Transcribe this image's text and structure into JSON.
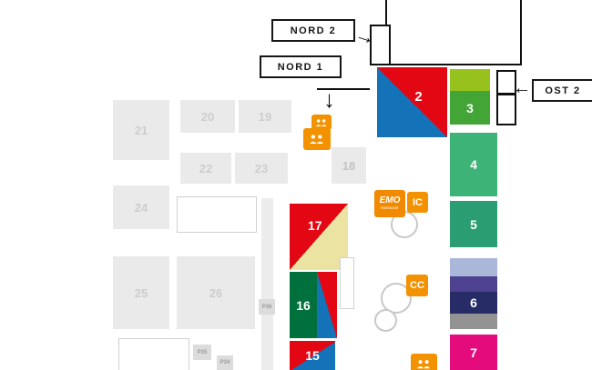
{
  "entrances": {
    "nord2": "NORD 2",
    "nord1": "NORD 1",
    "ost2": "OST 2"
  },
  "arrows": {
    "nord2": "→",
    "nord1": "↓",
    "ost2": "←"
  },
  "halls": {
    "h2": "2",
    "h3": "3",
    "h4": "4",
    "h5": "5",
    "h6": "6",
    "h7": "7",
    "h15": "15",
    "h16": "16",
    "h17": "17",
    "h18": "18",
    "h19": "19",
    "h20": "20",
    "h21": "21",
    "h22": "22",
    "h23": "23",
    "h24": "24",
    "h25": "25",
    "h26": "26"
  },
  "badges": {
    "emo": "EMO",
    "emo_sub": "Hannover",
    "ic": "IC",
    "cc": "CC"
  },
  "parking": {
    "p36": "P36",
    "p35": "P35",
    "p34": "P34"
  },
  "colors": {
    "red": "#e30613",
    "blue": "#1472b9",
    "cream": "#eae3a2",
    "green_dark": "#00703c",
    "hall3_top": "#97c21e",
    "hall3_bottom": "#43a536",
    "hall4": "#3db378",
    "hall5": "#2b9d72",
    "hall6_band1": "#abb7d8",
    "hall6_band2": "#4d4190",
    "hall6_band3": "#272b66",
    "hall6_band4": "#939393",
    "hall7": "#e40b7d",
    "orange": "#f39200",
    "gray_hall": "#eaeaea",
    "gray_text": "#cdcdcd"
  }
}
